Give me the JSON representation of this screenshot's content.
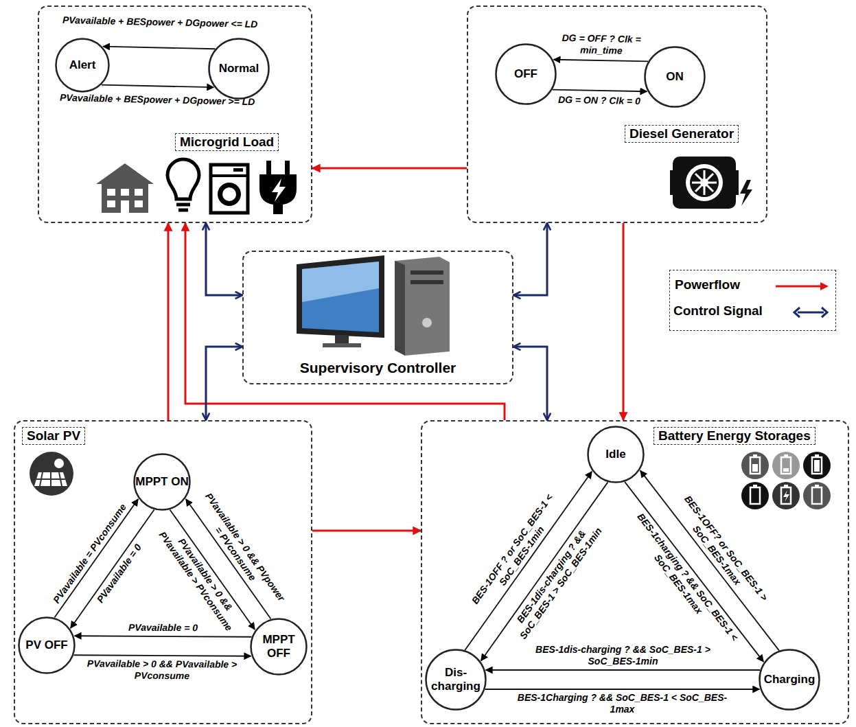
{
  "diagram": {
    "nodes": [
      {
        "text": [
          "Microgrid Load"
        ]
      },
      {
        "text": [
          "Alert"
        ],
        "in": 0
      },
      {
        "text": [
          "Normal"
        ],
        "in": 0
      },
      {
        "text": [
          "Diesel Generator"
        ]
      },
      {
        "text": [
          "OFF"
        ],
        "in": 3
      },
      {
        "text": [
          "ON"
        ],
        "in": 3
      },
      {
        "text": [
          "Supervisory Controller"
        ]
      },
      {
        "text": [
          "Solar PV"
        ]
      },
      {
        "text": [
          "MPPT ON"
        ],
        "in": 7
      },
      {
        "text": [
          "PV OFF"
        ],
        "in": 7
      },
      {
        "text": [
          "MPPT OFF"
        ],
        "in": 7
      },
      {
        "text": [
          "Battery Energy Storages"
        ]
      },
      {
        "text": [
          "Idle"
        ],
        "in": 11
      },
      {
        "text": [
          "Dis-charging"
        ],
        "in": 11
      },
      {
        "text": [
          "Charging"
        ],
        "in": 11
      }
    ],
    "edges": [
      {
        "from": 2,
        "to": 1,
        "arrow": "to",
        "label": "PVavailable + BESpower + DGpower <= LD"
      },
      {
        "from": 1,
        "to": 2,
        "arrow": "to",
        "label": "PVavailable + BESpower + DGpower >= LD"
      },
      {
        "from": 5,
        "to": 4,
        "arrow": "to",
        "label": "DG = OFF ? Clk = min_time"
      },
      {
        "from": 4,
        "to": 5,
        "arrow": "to",
        "label": "DG = ON ? Clk = 0"
      },
      {
        "from": 9,
        "to": 8,
        "arrow": "to",
        "label": "PVavailable = PVconsume"
      },
      {
        "from": 8,
        "to": 9,
        "arrow": "to",
        "label": "PVavailable = 0"
      },
      {
        "from": 8,
        "to": 10,
        "arrow": "to",
        "label": "PVavailable > 0 && PVavailable > PVconsume"
      },
      {
        "from": 10,
        "to": 8,
        "arrow": "to",
        "label": "PVavailable > 0 && PVpower = PVconsume"
      },
      {
        "from": 10,
        "to": 9,
        "arrow": "to",
        "label": "PVavailable = 0"
      },
      {
        "from": 9,
        "to": 10,
        "arrow": "to",
        "label": "PVavailable > 0 && PVavailable > PVconsume"
      },
      {
        "from": 13,
        "to": 12,
        "arrow": "to",
        "label": "BES-1OFF ? or SoC_BES-1 < SoC_BES-1min"
      },
      {
        "from": 12,
        "to": 13,
        "arrow": "to",
        "label": "BES-1dis-charging ? && SoC_BES-1 > SoC_BES-1min"
      },
      {
        "from": 12,
        "to": 14,
        "arrow": "to",
        "label": "BES-1charging ? && SoC_BES-1 < SoC_BES-1max"
      },
      {
        "from": 14,
        "to": 12,
        "arrow": "to",
        "label": "BES-1OFF? or SoC_BES-1 > SoC_BES-1max"
      },
      {
        "from": 14,
        "to": 13,
        "arrow": "to",
        "label": "BES-1dis-charging ? && SoC_BES-1 > SoC_BES-1min"
      },
      {
        "from": 13,
        "to": 14,
        "arrow": "to",
        "label": "BES-1Charging ? && SoC_BES-1 < SoC_BES-1max"
      },
      {
        "from": 3,
        "to": 0,
        "arrow": "to"
      },
      {
        "from": 3,
        "to": 11,
        "arrow": "to"
      },
      {
        "from": 7,
        "to": 0,
        "arrow": "to"
      },
      {
        "from": 11,
        "to": 0,
        "arrow": "to"
      },
      {
        "from": 7,
        "to": 11,
        "arrow": "to"
      },
      {
        "from": 0,
        "to": 6,
        "arrow": "both"
      },
      {
        "from": 3,
        "to": 6,
        "arrow": "both"
      },
      {
        "from": 7,
        "to": 6,
        "arrow": "both"
      },
      {
        "from": 11,
        "to": 6,
        "arrow": "both"
      }
    ],
    "legend": [
      {
        "text": "Powerflow"
      },
      {
        "text": "Control Signal"
      }
    ]
  }
}
